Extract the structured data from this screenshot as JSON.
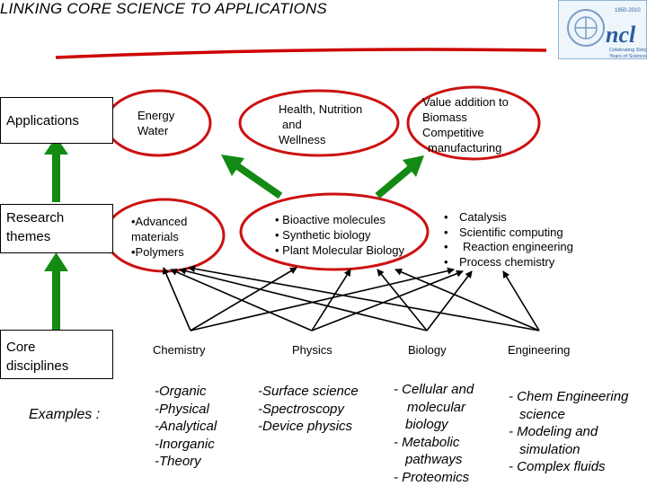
{
  "title": "LINKING CORE SCIENCE TO APPLICATIONS",
  "row_labels": {
    "applications": "Applications",
    "research_line1": "Research",
    "research_line2": "themes",
    "core_line1": "Core",
    "core_line2": "disciplines",
    "examples": "Examples :"
  },
  "applications": {
    "energy_water": [
      "Energy",
      "Water"
    ],
    "health": [
      "Health, Nutrition",
      "and",
      "Wellness"
    ],
    "value": [
      "Value addition to",
      "Biomass",
      "Competitive",
      "manufacturing"
    ]
  },
  "themes": {
    "materials": [
      "•Advanced",
      "materials",
      "•Polymers"
    ],
    "bio": [
      "• Bioactive molecules",
      "• Synthetic biology",
      "• Plant Molecular Biology"
    ],
    "process": [
      "Catalysis",
      "Scientific computing",
      "Reaction engineering",
      "Process chemistry"
    ]
  },
  "disciplines": [
    "Chemistry",
    "Physics",
    "Biology",
    "Engineering"
  ],
  "examples": {
    "chemistry": [
      "-Organic",
      "-Physical",
      "-Analytical",
      "-Inorganic",
      "-Theory"
    ],
    "physics": [
      "-Surface science",
      "-Spectroscopy",
      "-Device physics"
    ],
    "biology": [
      "- Cellular and",
      "molecular",
      "biology",
      "- Metabolic",
      "pathways",
      "- Proteomics"
    ],
    "engineering": [
      "- Chem Engineering",
      "science",
      "- Modeling and",
      "simulation",
      "- Complex fluids"
    ]
  },
  "logo": {
    "name": "ncl",
    "years": "1950-2010",
    "tagline": [
      "Celebrating Sixty",
      "Years of Science"
    ]
  },
  "colors": {
    "ellipse": "#cc1111",
    "arrow_green": "#138a13",
    "title_underline": "#cc0000",
    "logo_blue": "#2a5d9f"
  }
}
